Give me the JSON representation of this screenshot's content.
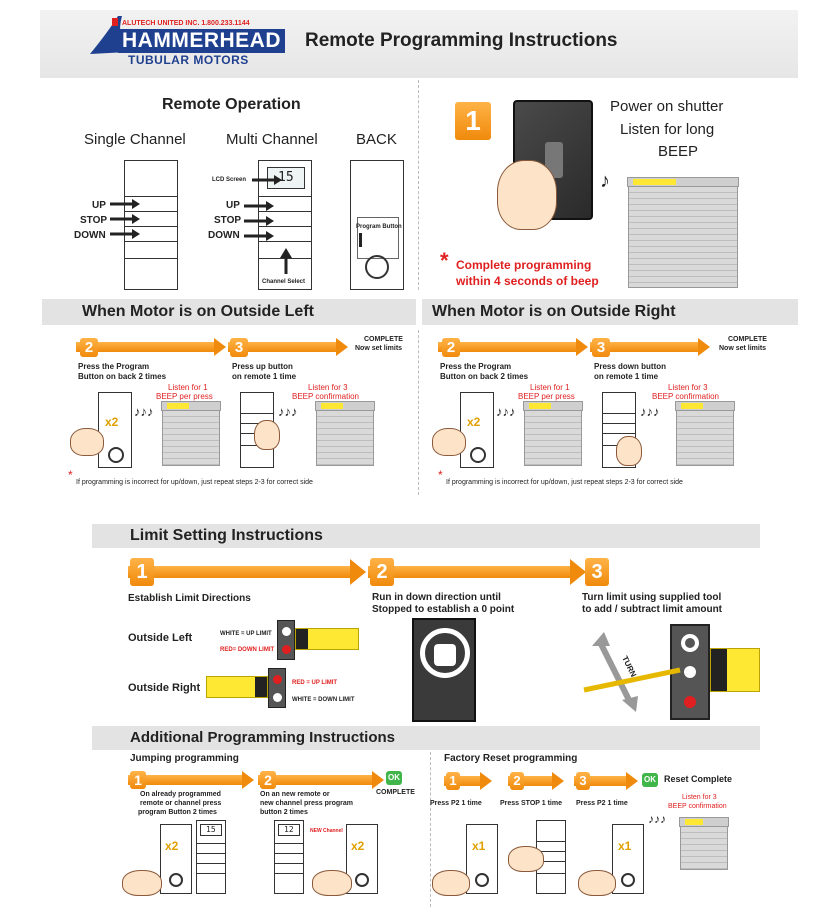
{
  "header": {
    "company_line": "ALUTECH UNITED INC.   1.800.233.1144",
    "brand_main": "HAMMERHEAD",
    "brand_sub": "TUBULAR MOTORS",
    "title": "Remote Programming Instructions"
  },
  "remote_operation": {
    "title": "Remote Operation",
    "single_channel": "Single Channel",
    "multi_channel": "Multi Channel",
    "back": "BACK",
    "up": "UP",
    "stop": "STOP",
    "down": "DOWN",
    "lcd_screen": "LCD Screen",
    "lcd_value": "15",
    "channel_select": "Channel Select",
    "program_button": "Program Button"
  },
  "power_step": {
    "number": "1",
    "line1": "Power on shutter",
    "line2": "Listen for long",
    "line3": "BEEP",
    "warning_line1": "Complete programming",
    "warning_line2": "within 4 seconds of beep"
  },
  "outside_left": {
    "title": "When Motor is on Outside Left",
    "step2_num": "2",
    "step3_num": "3",
    "complete_line1": "COMPLETE",
    "complete_line2": "Now set limits",
    "step2_line1": "Press the Program",
    "step2_line2": "Button on back 2 times",
    "step3_line1": "Press up button",
    "step3_line2": "on remote 1 time",
    "listen1_line1": "Listen for 1",
    "listen1_line2": "BEEP per press",
    "listen3_line1": "Listen for 3",
    "listen3_line2": "BEEP confirmation",
    "x2": "x2",
    "note": "If programming is incorrect for up/down, just repeat steps 2-3 for correct side"
  },
  "outside_right": {
    "title": "When Motor is on Outside Right",
    "step2_num": "2",
    "step3_num": "3",
    "complete_line1": "COMPLETE",
    "complete_line2": "Now set limits",
    "step2_line1": "Press the Program",
    "step2_line2": "Button on back 2 times",
    "step3_line1": "Press down button",
    "step3_line2": "on remote 1 time",
    "listen1_line1": "Listen for 1",
    "listen1_line2": "BEEP per press",
    "listen3_line1": "Listen for 3",
    "listen3_line2": "BEEP confirmation",
    "x2": "x2",
    "note": "If programming is incorrect for up/down, just repeat steps 2-3 for correct side"
  },
  "limit_setting": {
    "title": "Limit Setting Instructions",
    "step1_num": "1",
    "step2_num": "2",
    "step3_num": "3",
    "step1_text": "Establish Limit Directions",
    "step2_line1": "Run in down direction until",
    "step2_line2": "Stopped to establish a 0 point",
    "step3_line1": "Turn limit using supplied tool",
    "step3_line2": "to add / subtract limit amount",
    "outside_left": "Outside Left",
    "outside_right": "Outside Right",
    "left_white": "WHITE = UP LIMIT",
    "left_red": "RED= DOWN LIMIT",
    "right_red": "RED = UP LIMIT",
    "right_white": "WHITE = DOWN LIMIT",
    "turn": "TURN"
  },
  "additional": {
    "title": "Additional Programming Instructions",
    "jumping_title": "Jumping programming",
    "j_step1_num": "1",
    "j_step2_num": "2",
    "ok": "OK",
    "complete": "COMPLETE",
    "j_step1_line1": "On already programmed",
    "j_step1_line2": "remote or channel press",
    "j_step1_line3": "program Button 2 times",
    "j_step2_line1": "On an new remote or",
    "j_step2_line2": "new channel press program",
    "j_step2_line3": "button 2 times",
    "lcd_a": "15",
    "lcd_b": "12",
    "new_channel": "NEW Channel",
    "x2": "x2",
    "factory_title": "Factory Reset programming",
    "f_step1_num": "1",
    "f_step2_num": "2",
    "f_step3_num": "3",
    "reset_complete": "Reset Complete",
    "f_step1": "Press P2 1 time",
    "f_step2": "Press STOP 1 time",
    "f_step3": "Press P2 1 time",
    "listen3_line1": "Listen for 3",
    "listen3_line2": "BEEP confirmation",
    "x1": "x1"
  }
}
